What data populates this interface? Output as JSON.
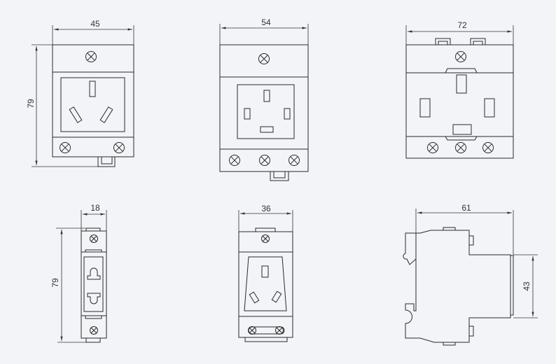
{
  "views": {
    "front_45": {
      "width_label": "45",
      "height_label": "79"
    },
    "front_54": {
      "width_label": "54"
    },
    "front_72": {
      "width_label": "72"
    },
    "front_18": {
      "width_label": "18",
      "height_label": "79"
    },
    "front_36": {
      "width_label": "36"
    },
    "side_61": {
      "depth_label": "61",
      "height_label": "43"
    }
  },
  "colors": {
    "line": "#2a2a2a",
    "background": "#f3f4f8"
  }
}
